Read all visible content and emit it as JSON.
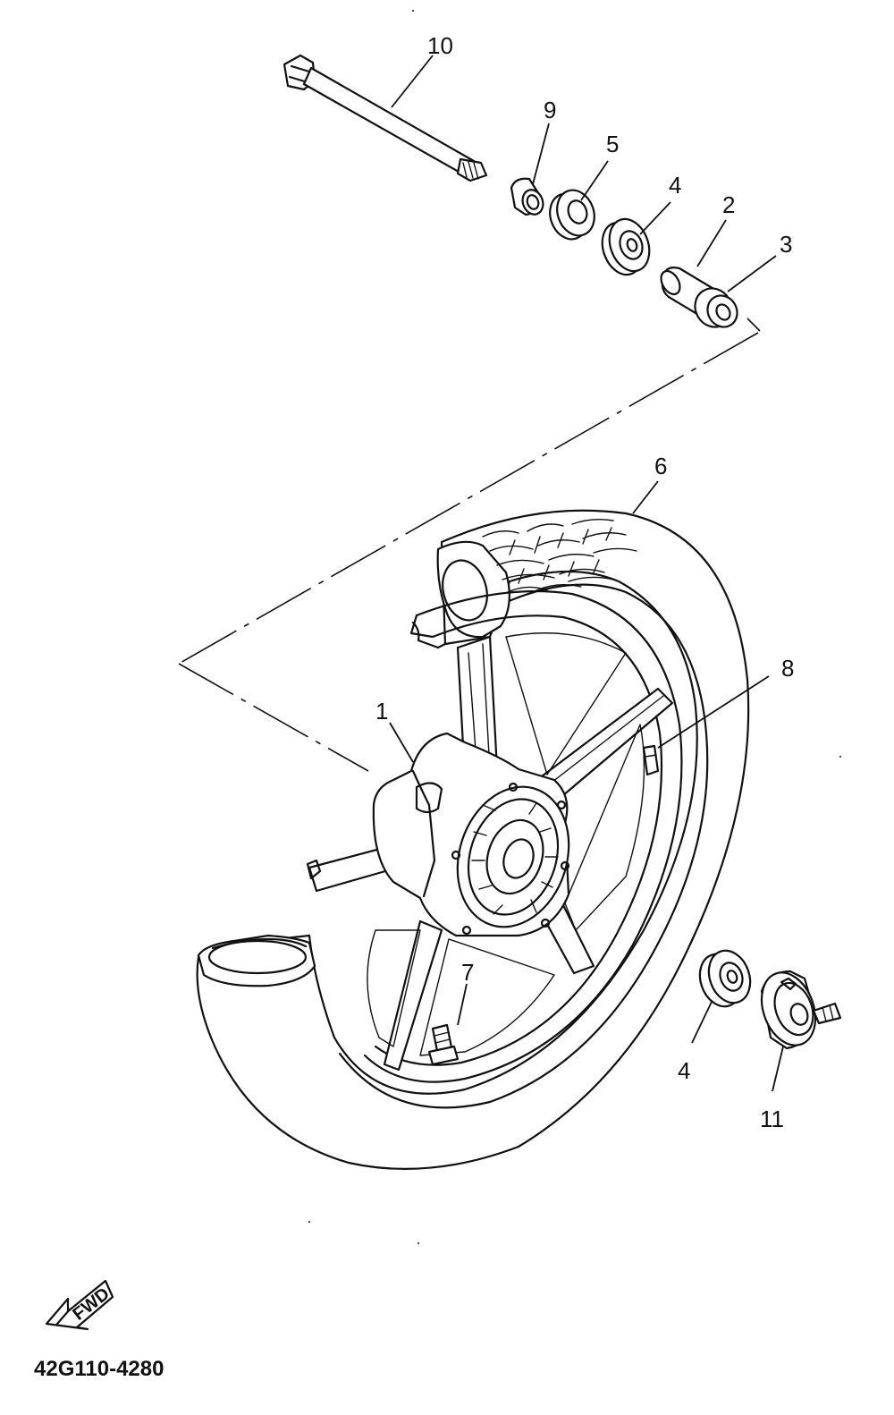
{
  "diagram": {
    "part_labels": {
      "p1": "1",
      "p2": "2",
      "p3": "3",
      "p4_top": "4",
      "p4_bottom": "4",
      "p5": "5",
      "p6": "6",
      "p7": "7",
      "p8": "8",
      "p9": "9",
      "p10": "10",
      "p11": "11"
    },
    "direction_badge": "FWD",
    "drawing_code": "42G110-4280"
  }
}
